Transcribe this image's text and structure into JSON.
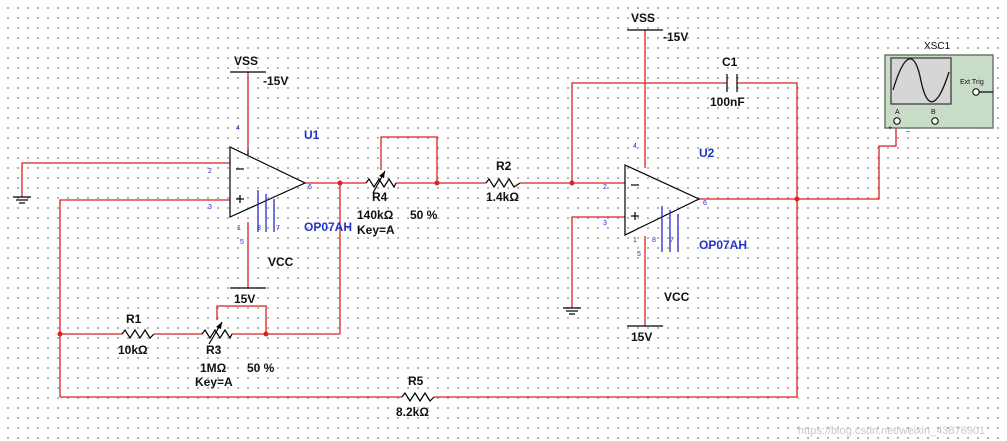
{
  "u1": {
    "name": "U1",
    "model": "OP07AH",
    "vss": "VSS",
    "vss_val": "-15V",
    "vcc": "VCC",
    "vcc_val": "15V",
    "pins": {
      "inv": "2",
      "non": "3",
      "out": "6",
      "top": "4",
      "b1": "1",
      "b2": "8",
      "b3": "7",
      "b4": "5"
    }
  },
  "u2": {
    "name": "U2",
    "model": "OP07AH",
    "vss": "VSS",
    "vss_val": "-15V",
    "vcc": "VCC",
    "vcc_val": "15V",
    "pins": {
      "inv": "2",
      "non": "3",
      "out": "6",
      "top": "4",
      "b1": "1",
      "b2": "8",
      "b3": "7",
      "b4": "5"
    }
  },
  "r1": {
    "name": "R1",
    "value": "10kΩ"
  },
  "r2": {
    "name": "R2",
    "value": "1.4kΩ"
  },
  "r3": {
    "name": "R3",
    "value": "1MΩ",
    "pct": "50 %",
    "key": "Key=A"
  },
  "r4": {
    "name": "R4",
    "value": "140kΩ",
    "pct": "50 %",
    "key": "Key=A"
  },
  "r5": {
    "name": "R5",
    "value": "8.2kΩ"
  },
  "c1": {
    "name": "C1",
    "value": "100nF"
  },
  "xsc": {
    "name": "XSC1",
    "ext": "Ext Trig",
    "a": "A",
    "b": "B",
    "plus": "+",
    "minus": "_"
  },
  "watermark": "https://blog.csdn.net/weixin_43876901",
  "colors": {
    "wire": "#dd2222",
    "opamp_text": "#2233cc",
    "scope_body": "#c8dcc8"
  }
}
